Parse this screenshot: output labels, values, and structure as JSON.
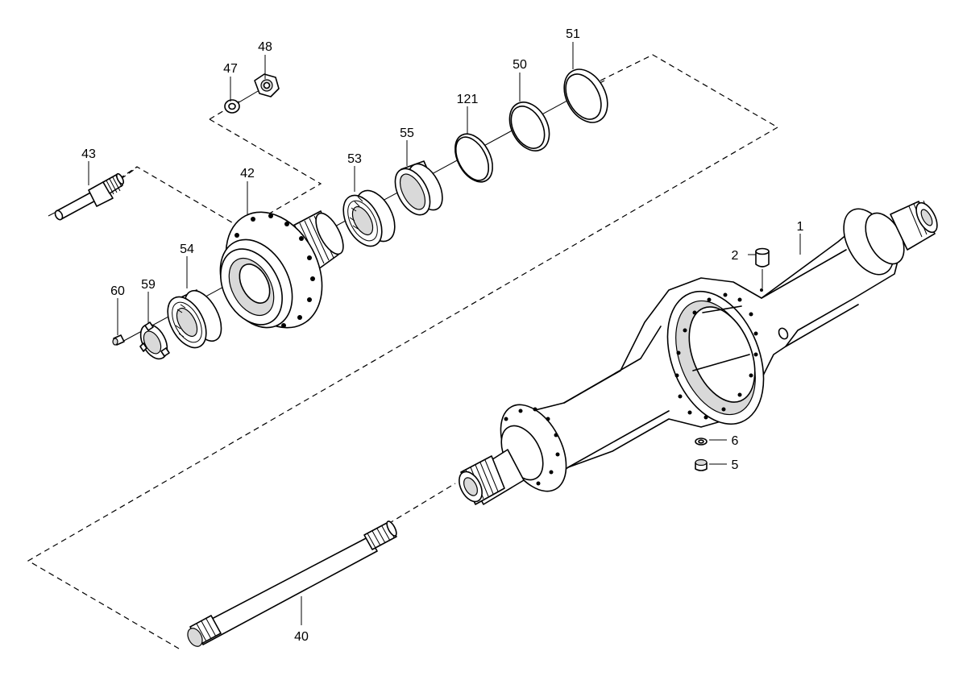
{
  "callouts": {
    "p1": "1",
    "p2": "2",
    "p5": "5",
    "p6": "6",
    "p40": "40",
    "p42": "42",
    "p43": "43",
    "p47": "47",
    "p48": "48",
    "p50": "50",
    "p51": "51",
    "p53": "53",
    "p54": "54",
    "p55": "55",
    "p59": "59",
    "p60": "60",
    "p121": "121"
  },
  "colors": {
    "line": "#000000",
    "background": "#ffffff",
    "shade": "#d9d9d9"
  }
}
